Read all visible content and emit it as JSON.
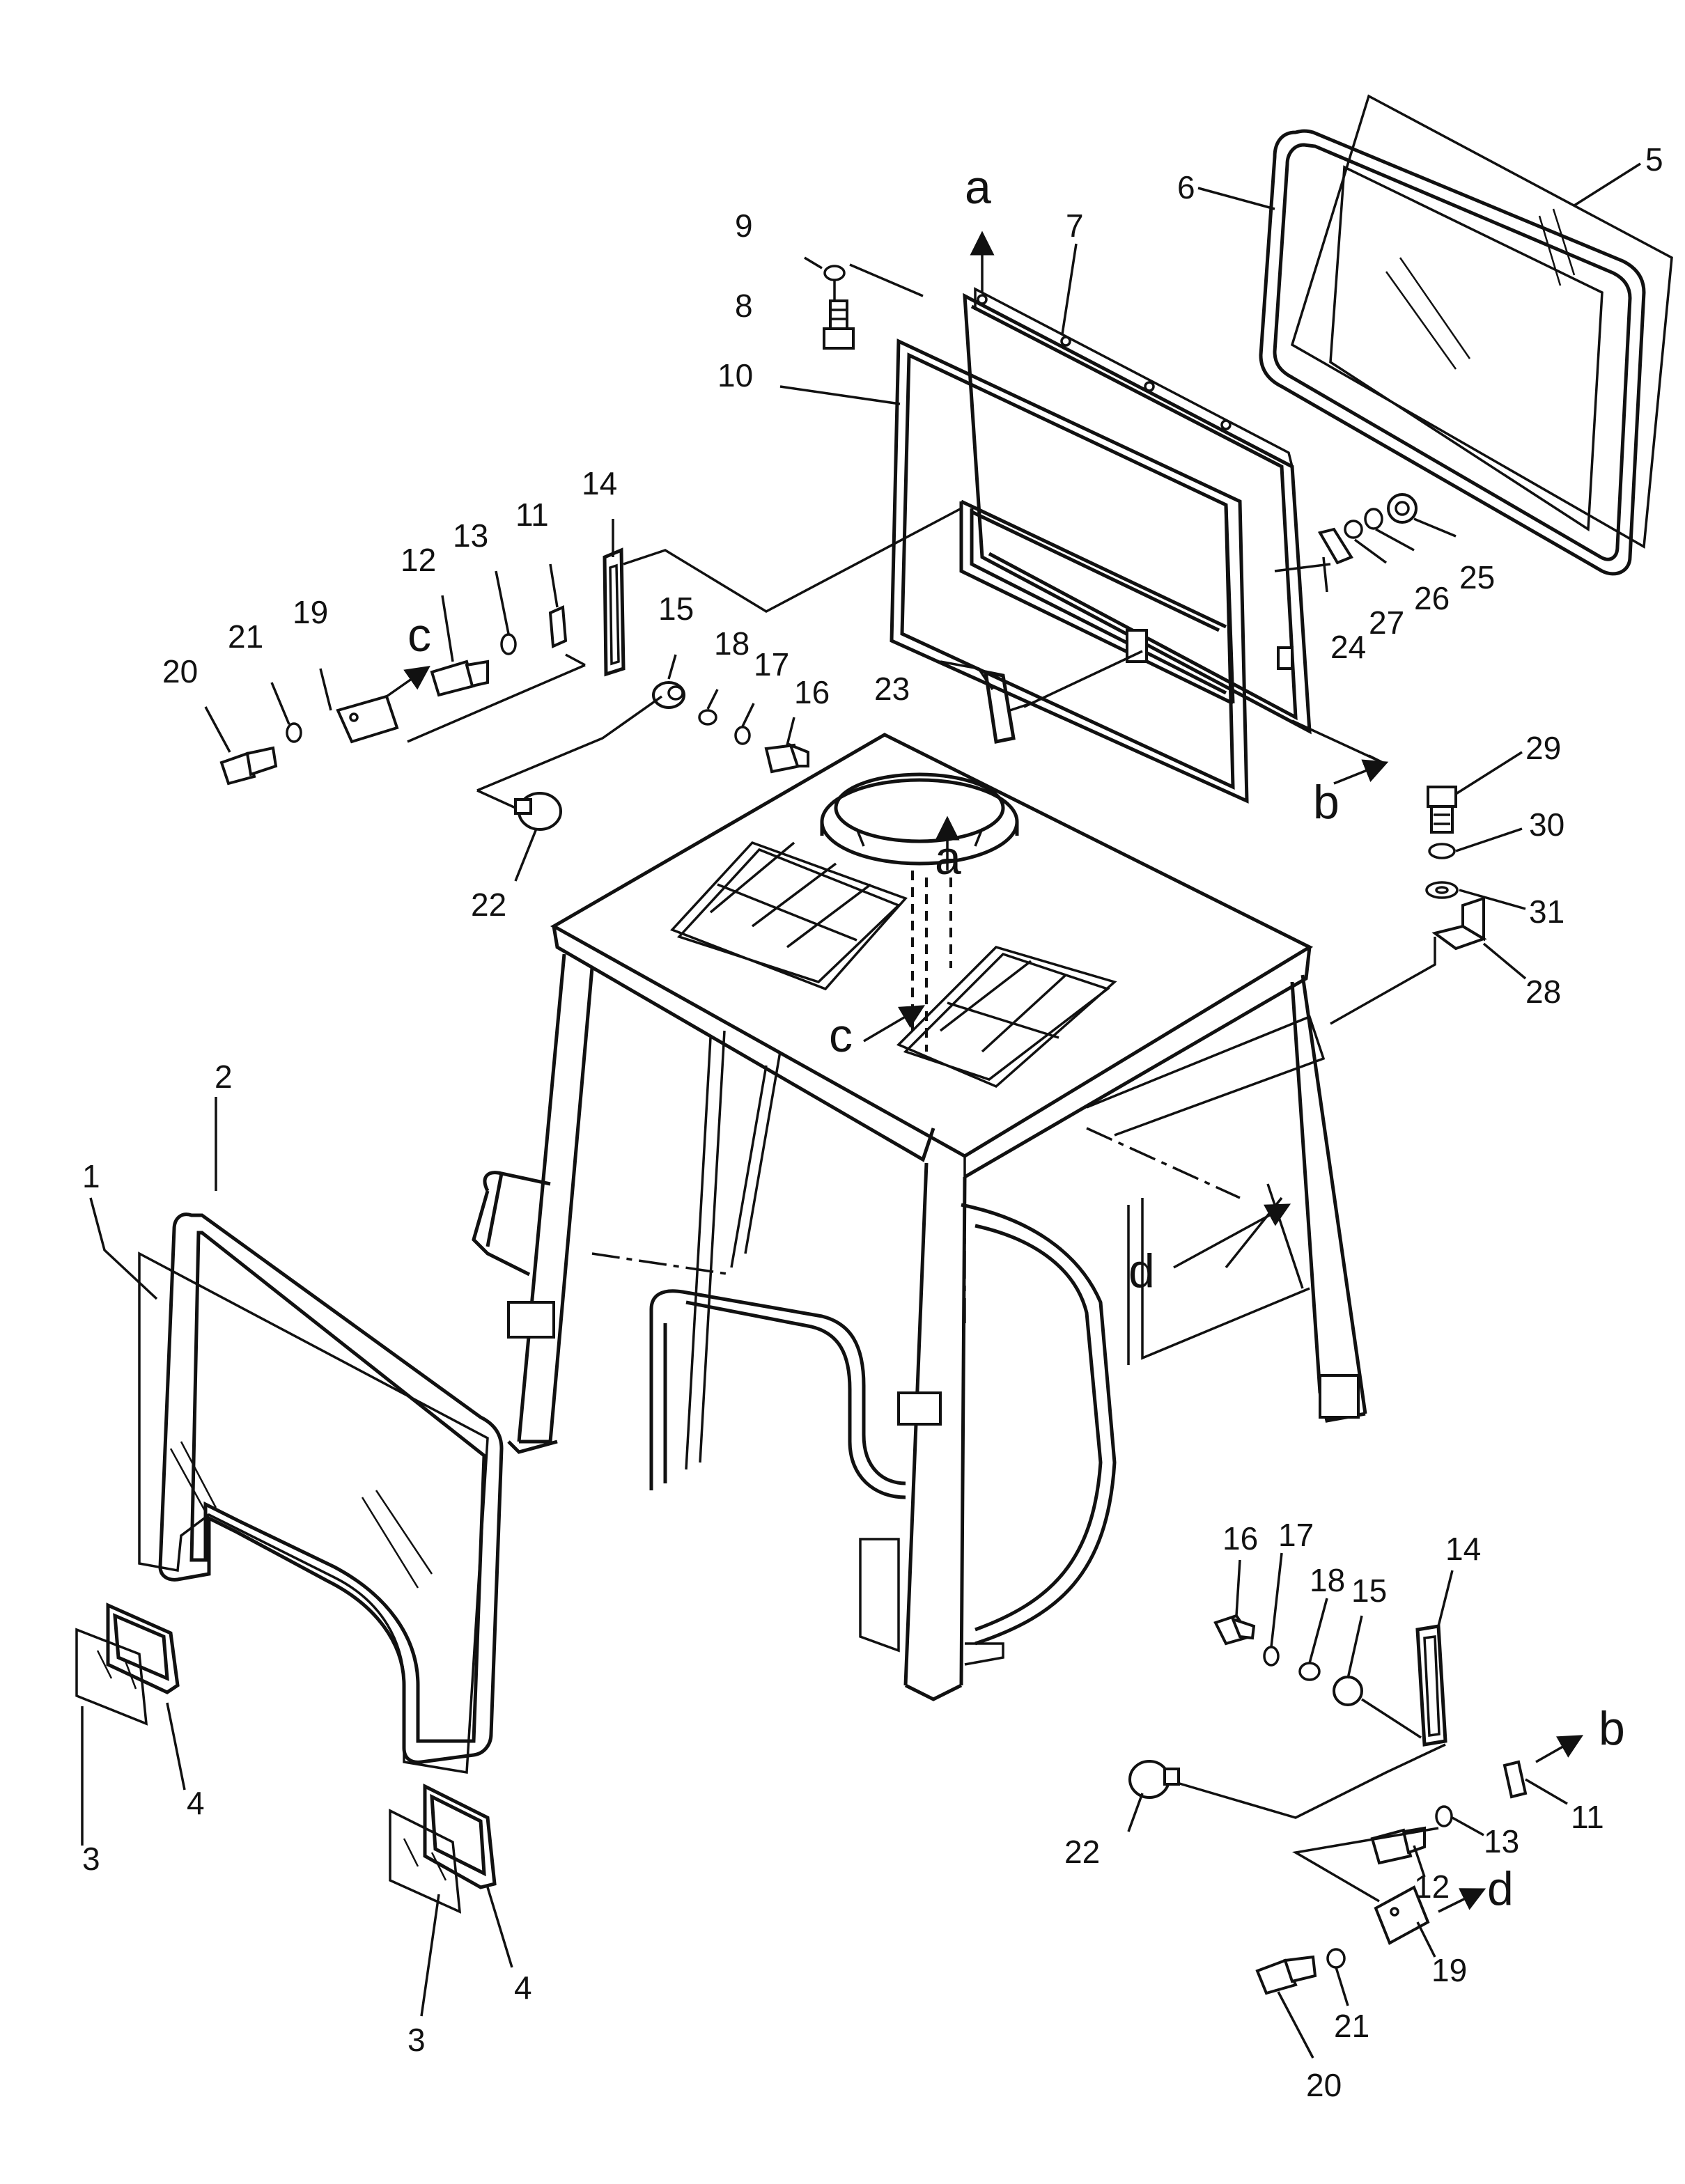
{
  "diagram": {
    "part_numbers": [
      "1",
      "2",
      "3",
      "4",
      "5",
      "6",
      "7",
      "8",
      "9",
      "10",
      "11",
      "12",
      "13",
      "14",
      "15",
      "16",
      "17",
      "18",
      "19",
      "20",
      "21",
      "22",
      "23",
      "24",
      "25",
      "26",
      "27",
      "28",
      "29",
      "30",
      "31"
    ],
    "second_group_numbers": [
      "16",
      "17",
      "18",
      "15",
      "14",
      "11",
      "13",
      "12",
      "19",
      "21",
      "20",
      "22"
    ],
    "second_glass_numbers": [
      "3",
      "4"
    ],
    "arrow_letters": {
      "a": "a",
      "b": "b",
      "c": "c",
      "d": "d"
    }
  }
}
